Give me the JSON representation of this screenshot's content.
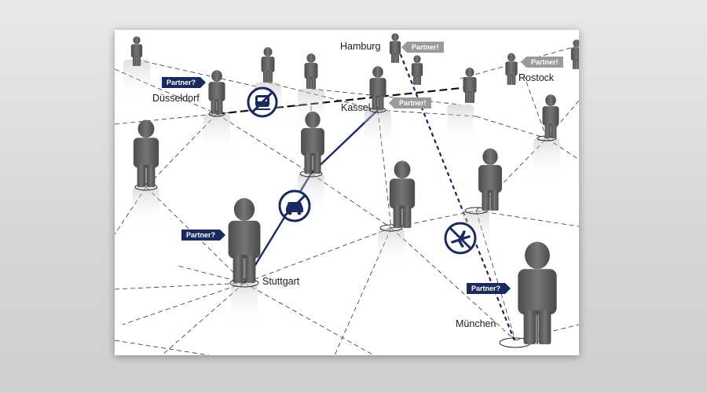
{
  "cities": {
    "hamburg": "Hamburg",
    "rostock": "Rostock",
    "duesseldorf": "Düsseldorf",
    "kassel": "Kassel",
    "stuttgart": "Stuttgart",
    "muenchen": "München"
  },
  "tags": {
    "hamburg": "Partner!",
    "rostock": "Partner!",
    "kassel": "Partner!",
    "duesseldorf": "Partner?",
    "stuttgart": "Partner?",
    "muenchen": "Partner?"
  },
  "icons": [
    "no-train-icon",
    "no-car-icon",
    "no-plane-icon"
  ],
  "colors": {
    "accent": "#1a2a5c",
    "figure": "#5f5f5f",
    "tag_light": "#9a9a9a"
  }
}
